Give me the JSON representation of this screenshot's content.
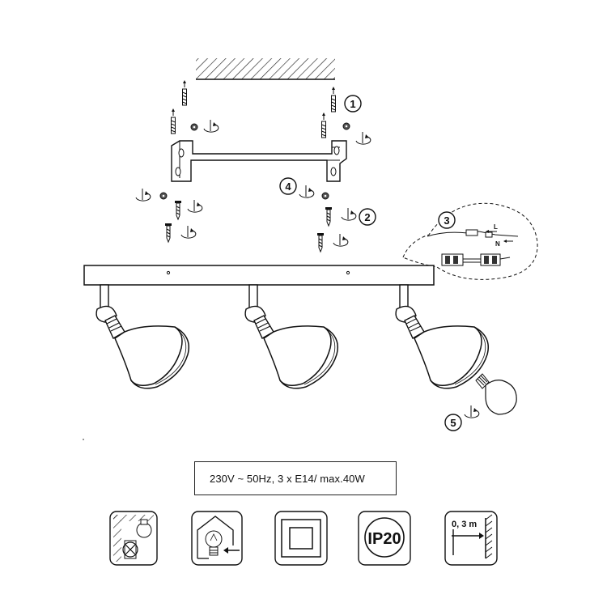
{
  "steps": [
    "1",
    "2",
    "3",
    "4",
    "5"
  ],
  "wiring": {
    "live_label": "L",
    "neutral_label": "N"
  },
  "specs": {
    "text": "230V ~ 50Hz, 3 x E14/ max.40W"
  },
  "ratings": {
    "ip_label": "IP20",
    "distance_label": "0, 3 m"
  },
  "icons": [
    "no-insulated-ceiling-icon",
    "indoor-use-only-icon",
    "class-ii-double-insulation-icon",
    "ip20-rating-icon",
    "minimum-distance-icon"
  ]
}
